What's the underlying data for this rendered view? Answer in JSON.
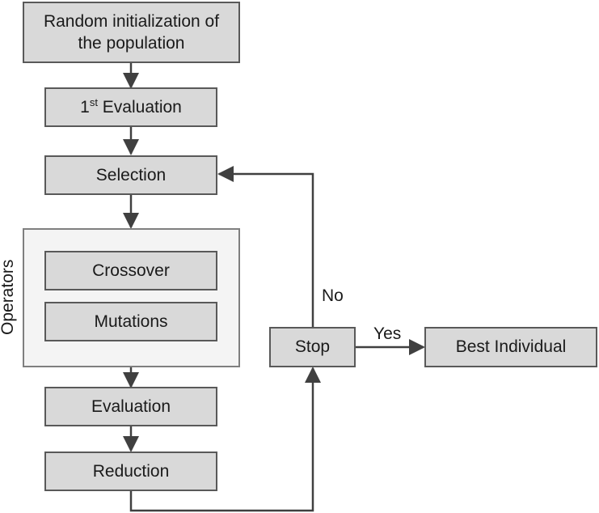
{
  "nodes": {
    "init_line1": "Random initialization of",
    "init_line2": "the population",
    "first_eval_prefix": "1",
    "first_eval_sup": "st",
    "first_eval_suffix": " Evaluation",
    "selection": "Selection",
    "crossover": "Crossover",
    "mutations": "Mutations",
    "evaluation": "Evaluation",
    "reduction": "Reduction",
    "stop": "Stop",
    "best": "Best Individual"
  },
  "group_label": "Operators",
  "edge_labels": {
    "no": "No",
    "yes": "Yes"
  },
  "colors": {
    "box_fill": "#d9d9d9",
    "box_border": "#595959",
    "group_fill": "#f4f4f4",
    "line": "#404040"
  }
}
